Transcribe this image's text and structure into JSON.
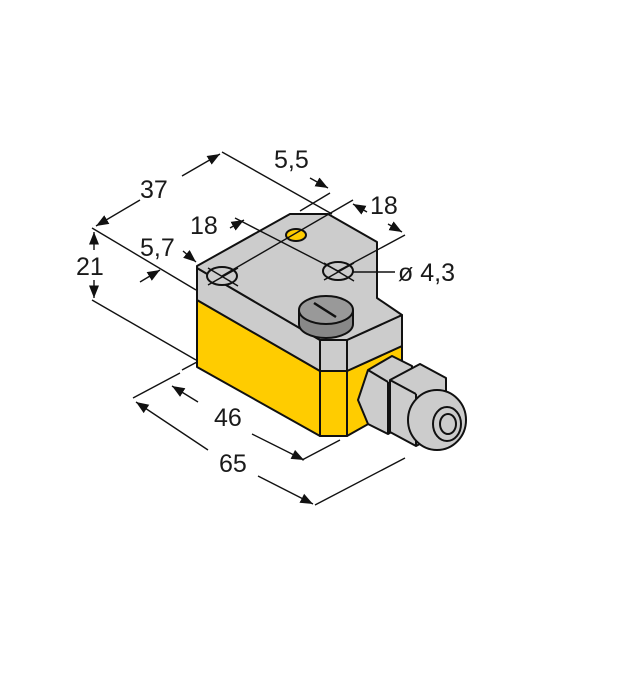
{
  "diagram": {
    "type": "dimensional-drawing",
    "subject": "rectangular inductive sensor with cable gland",
    "colors": {
      "housing_body": "#FFCC00",
      "housing_cap": "#CCCCCC",
      "potentiometer": "#999999",
      "led": "#FFCC00",
      "gland": "#CCCCCC",
      "outline": "#111111"
    },
    "dimensions": {
      "width_top": "37",
      "offset_top": "5,5",
      "hole_spacing_depth": "18",
      "hole_spacing_width": "18",
      "edge_offset": "5,7",
      "height": "21",
      "hole_diameter": "ø 4,3",
      "length_body": "46",
      "length_total": "65"
    }
  }
}
